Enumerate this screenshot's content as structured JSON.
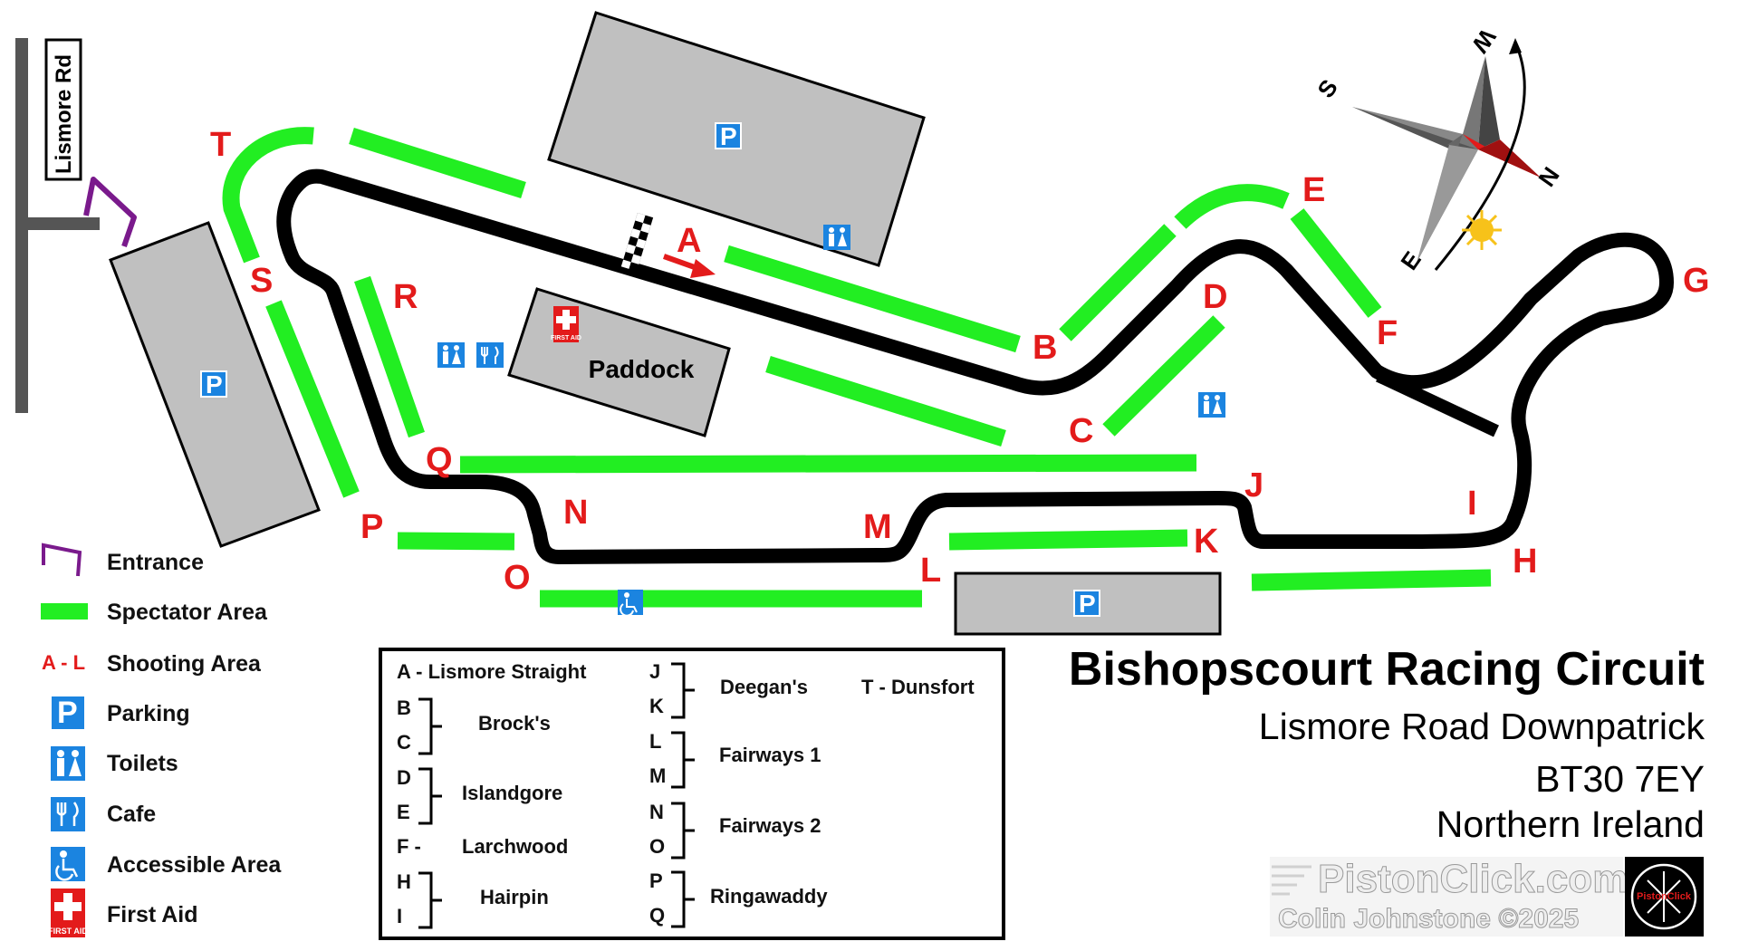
{
  "road": {
    "label": "Lismore Rd"
  },
  "buildings": {
    "paddock_label": "Paddock",
    "parking_letter": "P",
    "first_aid_label": "FIRST AID"
  },
  "corners": [
    "A",
    "B",
    "C",
    "D",
    "E",
    "F",
    "G",
    "H",
    "I",
    "J",
    "K",
    "L",
    "M",
    "N",
    "O",
    "P",
    "Q",
    "R",
    "S",
    "T"
  ],
  "compass": {
    "north": "N",
    "south": "S",
    "east": "E",
    "west": "W"
  },
  "legend": {
    "shooting_symbol": "A - L",
    "items": [
      "Entrance",
      "Spectator Area",
      "Shooting Area",
      "Parking",
      "Toilets",
      "Cafe",
      "Accessible Area",
      "First Aid"
    ]
  },
  "corner_key": {
    "a_line": "A - Lismore Straight",
    "col1": [
      {
        "letters": [
          "B",
          "C"
        ],
        "name": "Brock's"
      },
      {
        "letters": [
          "D",
          "E"
        ],
        "name": "Islandgore"
      },
      {
        "letters": [
          "F -"
        ],
        "name": "Larchwood"
      },
      {
        "letters": [
          "H",
          "I"
        ],
        "name": "Hairpin"
      }
    ],
    "col2": [
      {
        "letters": [
          "J",
          "K"
        ],
        "name": "Deegan's"
      },
      {
        "letters": [
          "L",
          "M"
        ],
        "name": "Fairways 1"
      },
      {
        "letters": [
          "N",
          "O"
        ],
        "name": "Fairways 2"
      },
      {
        "letters": [
          "P",
          "Q"
        ],
        "name": "Ringawaddy"
      }
    ],
    "t_line": "T - Dunsfort"
  },
  "info": {
    "title": "Bishopscourt Racing Circuit",
    "line1": "Lismore Road  Downpatrick",
    "line2": "BT30 7EY",
    "line3": "Northern Ireland"
  },
  "watermark": {
    "line1": "PistonClick.com",
    "line2": "Colin Johnstone ©2025",
    "logo_text": "PistonClick"
  },
  "colors": {
    "track": "#000000",
    "spectator": "#22ee22",
    "letter": "#e31b1b",
    "building": "#c0c0c0",
    "parking_blue": "#1b84e0",
    "entrance": "#7a1a8c"
  }
}
